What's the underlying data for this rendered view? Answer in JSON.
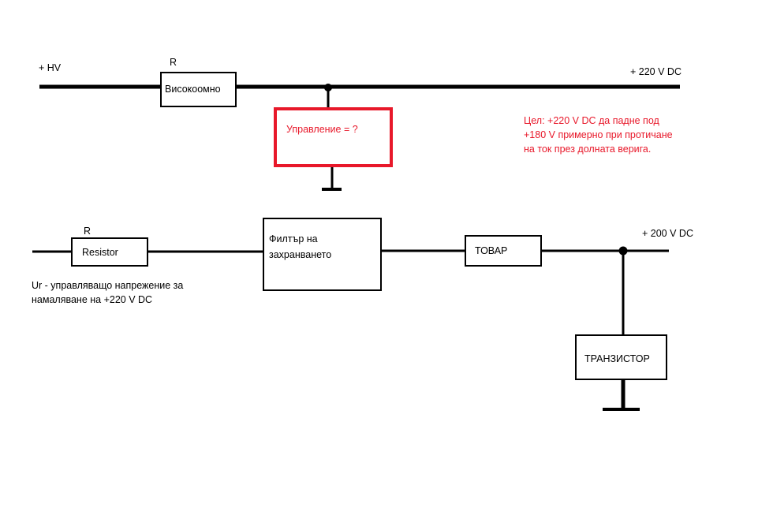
{
  "labels": {
    "hv": "+ HV",
    "r_top": "R",
    "high_ohm": "Високоомно",
    "out_220": "+ 220 V DC",
    "control": "Управление = ?",
    "goal_line1": "Цел: +220 V DC да падне под",
    "goal_line2": "+180 V примерно при протичане",
    "goal_line3": "на ток през долната верига.",
    "r_bottom": "R",
    "resistor": "Resistor",
    "filter_line1": "Филтър на",
    "filter_line2": "захранването",
    "load": "ТОВАР",
    "out_200": "+ 200 V DC",
    "transistor": "ТРАНЗИСТОР",
    "ur_line1": "Ur - управляващо напрежение за",
    "ur_line2": "намаляване на +220 V DC"
  },
  "colors": {
    "wire": "#000000",
    "control_box": "#e8182a",
    "goal_text": "#e8182a"
  }
}
